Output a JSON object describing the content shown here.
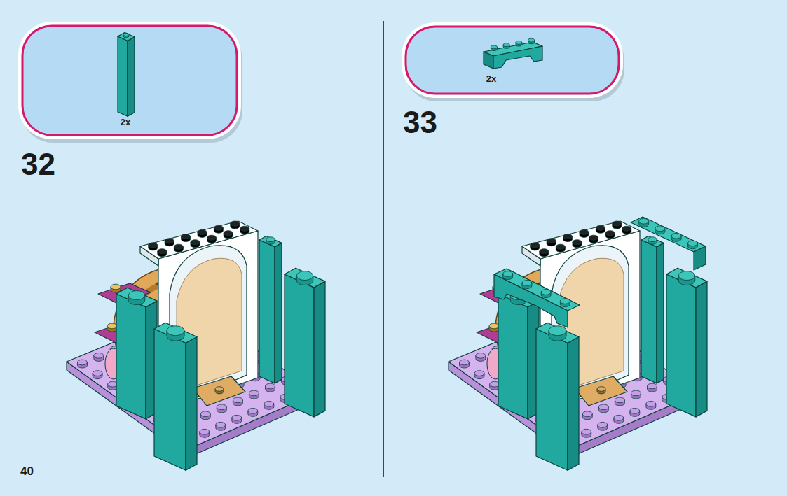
{
  "diagram": {
    "nodes": [
      {
        "text": [
          "2x"
        ]
      },
      {
        "text": [
          "2x"
        ]
      }
    ],
    "labels": [
      "32",
      "33",
      "40"
    ]
  }
}
